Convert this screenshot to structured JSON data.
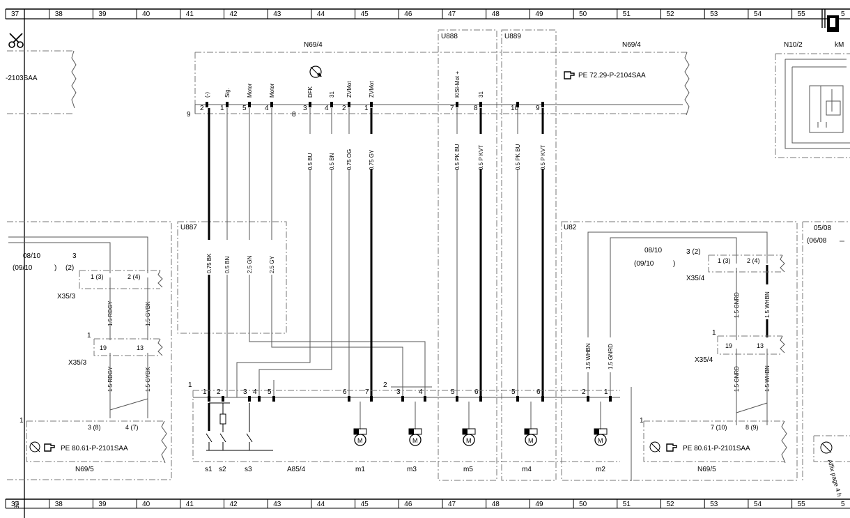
{
  "columns": [
    "37",
    "38",
    "39",
    "40",
    "41",
    "42",
    "43",
    "44",
    "45",
    "46",
    "47",
    "48",
    "49",
    "50",
    "51",
    "52",
    "53",
    "54",
    "55"
  ],
  "column_edge": "5",
  "modules": {
    "n69_4_left": "N69/4",
    "n69_4_right": "N69/4",
    "u888": "U888",
    "u889": "U889",
    "n10_2": "N10/2",
    "km": "kM",
    "u887": "U887",
    "u82": "U82",
    "a85_4": "A85/4",
    "x35_3_a": "X35/3",
    "x35_3_b": "X35/3",
    "x35_4_a": "X35/4",
    "x35_4_b": "X35/4",
    "n69_5_left": "N69/5",
    "n69_5_right": "N69/5"
  },
  "refs": {
    "left_top": "-2103SAA",
    "pe_72": "PE 72.29-P-2104SAA",
    "pe_80_left": "PE 80.61-P-2101SAA",
    "pe_80_right": "PE 80.61-P-2101SAA",
    "affix": "Affix page 4 h"
  },
  "connector_pins": [
    {
      "num": "2",
      "label": "(-)"
    },
    {
      "num": "1",
      "label": "Sig."
    },
    {
      "num": "5",
      "label": "Motor"
    },
    {
      "num": "4",
      "label": "Motor"
    },
    {
      "num": "3",
      "label": "DFK"
    },
    {
      "num": "4",
      "label": "31"
    },
    {
      "num": "2",
      "label": "ZVMot"
    },
    {
      "num": "1",
      "label": "ZVMot"
    },
    {
      "num": "7",
      "label": "KISI-Mot +"
    },
    {
      "num": "8",
      "label": "31"
    },
    {
      "num": "10",
      "label": ""
    },
    {
      "num": "9",
      "label": ""
    }
  ],
  "connector_ends": {
    "left": "9",
    "mid": "8"
  },
  "wires_top": [
    "0.5 BU",
    "0.5 BN",
    "0.75 OG",
    "0.75 GY",
    "0.5 PK BU",
    "0.5 P KVT",
    "0.5 PK BU",
    "0.5 P KVT"
  ],
  "wires_u887": [
    "0.75 BK",
    "0.5 BN",
    "2.5 GN",
    "2.5 GY"
  ],
  "left_block": {
    "ref_a": "08/10",
    "ref_b": "(09/10",
    "ref_b_close": ")",
    "num_3": "3",
    "num_2": "(2)",
    "x35_pins": [
      "1 (3)",
      "2 (4)"
    ],
    "x35b_pins": [
      "19",
      "13"
    ],
    "x35b_num": "1",
    "wires_a": [
      "1.5 RDGY",
      "1.5 GYBK"
    ],
    "wires_b": [
      "1.5 RDGY",
      "1.5 GYBK"
    ],
    "n69_pins": [
      "3 (8)",
      "4 (7)"
    ],
    "n69_num": "1"
  },
  "right_block": {
    "ref_a": "08/10",
    "ref_b": "(09/10",
    "ref_b_close": ")",
    "num_32": "3 (2)",
    "x35_pins": [
      "1 (3)",
      "2 (4)"
    ],
    "x35b_pins": [
      "19",
      "13"
    ],
    "x35b_num": "1",
    "wires_a": [
      "1.5 GNRD",
      "1.5 WHBN"
    ],
    "wires_b": [
      "1.5 GNRD",
      "1.5 WHBN"
    ],
    "n69_pins": [
      "7 (10)",
      "8 (9)"
    ],
    "n69_num": "1",
    "u82_wires": [
      "1.5 WHBN",
      "1.5 GNRD"
    ]
  },
  "far_right": {
    "ref_a": "05/08",
    "ref_b": "(06/08"
  },
  "bottom_connector": {
    "end_left": "1",
    "end_mid": "2",
    "pins_a": [
      "1",
      "2",
      "3",
      "4",
      "5",
      "6",
      "7"
    ],
    "pins_b": [
      "3",
      "4",
      "5",
      "6",
      "5",
      "6",
      "2",
      "1"
    ]
  },
  "components": [
    "s1",
    "s2",
    "s3",
    "A85/4",
    "m1",
    "m3",
    "m5",
    "m4",
    "m2"
  ],
  "motor_glyph": "M",
  "side_mark": "32"
}
